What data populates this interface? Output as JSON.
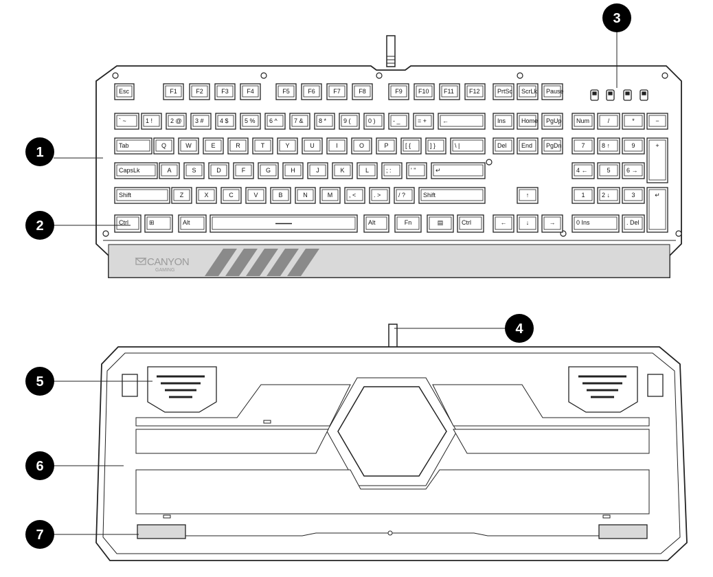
{
  "brand": {
    "name": "CANYON",
    "sub": "GAMING"
  },
  "callouts": [
    "1",
    "2",
    "3",
    "4",
    "5",
    "6",
    "7"
  ],
  "keyboard_rows": [
    [
      "Esc",
      "F1",
      "F2",
      "F3",
      "F4",
      "F5",
      "F6",
      "F7",
      "F8",
      "F9",
      "F10",
      "F11",
      "F12",
      "PrtSc",
      "ScrLk",
      "Pause"
    ],
    [
      "` ~",
      "1 !",
      "2 @",
      "3 #",
      "4 $",
      "5 %",
      "6 ^",
      "7 &",
      "8 *",
      "9 (",
      "0 )",
      "- _",
      "= +",
      "←",
      "Ins",
      "Home",
      "PgUp",
      "Num",
      "/",
      "*",
      "−"
    ],
    [
      "Tab",
      "Q",
      "W",
      "E",
      "R",
      "T",
      "Y",
      "U",
      "I",
      "O",
      "P",
      "[ {",
      "] }",
      "\\ |",
      "Del",
      "End",
      "PgDn",
      "7",
      "8 ↑",
      "9",
      "+"
    ],
    [
      "CapsLk",
      "A",
      "S",
      "D",
      "F",
      "G",
      "H",
      "J",
      "K",
      "L",
      "; :",
      "' \"",
      "↵",
      "4 ←",
      "5",
      "6 →"
    ],
    [
      "Shift",
      "Z",
      "X",
      "C",
      "V",
      "B",
      "N",
      "M",
      ", <",
      ". >",
      "/ ?",
      "Shift",
      "↑",
      "1",
      "2 ↓",
      "3",
      "↵"
    ],
    [
      "Ctrl",
      "⊞",
      "Alt",
      "",
      "Alt",
      "Fn",
      "▤",
      "Ctrl",
      "←",
      "↓",
      "→",
      "0 Ins",
      ". Del"
    ]
  ]
}
